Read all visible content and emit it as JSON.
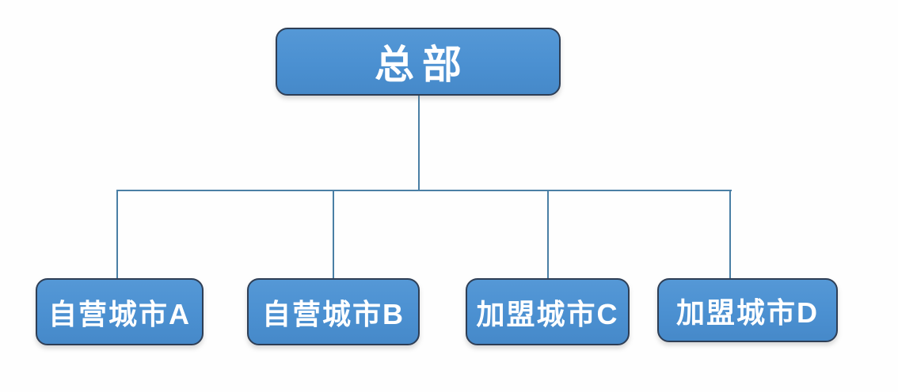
{
  "diagram": {
    "type": "org-chart",
    "title": "",
    "root": {
      "label": "总部"
    },
    "children": [
      {
        "label": "自营城市A"
      },
      {
        "label": "自营城市B"
      },
      {
        "label": "加盟城市C"
      },
      {
        "label": "加盟城市D"
      }
    ],
    "edges": [
      {
        "from": "总部",
        "to": "自营城市A"
      },
      {
        "from": "总部",
        "to": "自营城市B"
      },
      {
        "from": "总部",
        "to": "加盟城市C"
      },
      {
        "from": "总部",
        "to": "加盟城市D"
      }
    ],
    "colors": {
      "box_fill": "#4B90D1",
      "box_border": "#2E3E55",
      "box_text": "#FFFFFF",
      "connector": "#4A7FA5",
      "background": "#FEFEFE"
    }
  }
}
